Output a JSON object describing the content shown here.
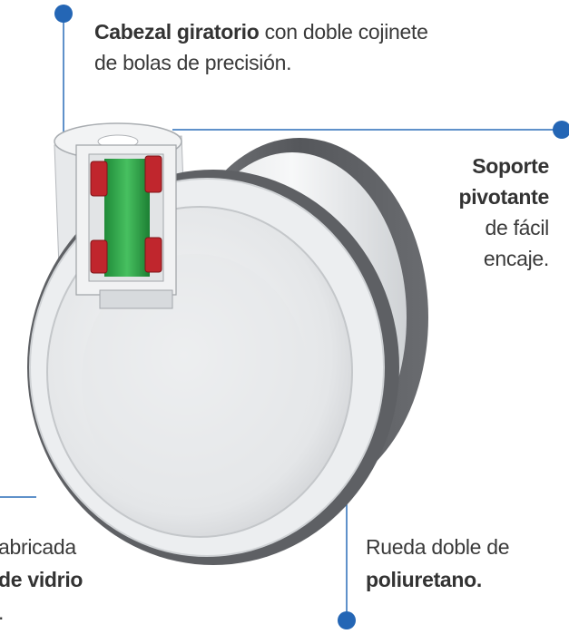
{
  "callouts": {
    "top": {
      "bold": "Cabezal giratorio",
      "rest": " con doble cojinete",
      "line2": "de bolas de precisión."
    },
    "right": {
      "line1": "Soporte",
      "line2": "pivotante",
      "line3": "de fácil",
      "line4": "encaje."
    },
    "left": {
      "line1": "abricada",
      "line2": "de vidrio",
      "line3": "."
    },
    "bottom": {
      "line1": "Rueda doble de",
      "line2": "poliuretano."
    }
  },
  "colors": {
    "leader": "#2a6db8",
    "dot": "#2466b5",
    "tire": "#5a5c60",
    "bearing": "#c0262d",
    "shaft": "#2fa84a"
  }
}
